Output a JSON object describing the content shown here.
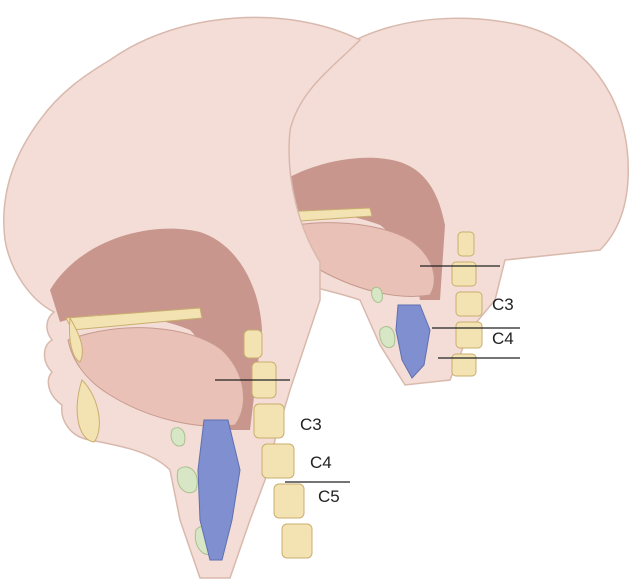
{
  "figure": {
    "subject": "sagittal-head-neck-comparison",
    "heads": [
      {
        "id": "front-head",
        "vertebra_labels": [
          "C3",
          "C4",
          "C5"
        ]
      },
      {
        "id": "back-head",
        "vertebra_labels": [
          "C3",
          "C4"
        ]
      }
    ]
  },
  "colors": {
    "skin": "#f3ddd6",
    "skin_outline": "#d9b9ad",
    "cavity": "#c08a80",
    "tongue": "#e9c1b6",
    "bone": "#f3e3b3",
    "bone_outline": "#c9ae6d",
    "cartilage": "#d7e6c4",
    "airway_blue": "#7f8fcf",
    "label": "#222222"
  }
}
